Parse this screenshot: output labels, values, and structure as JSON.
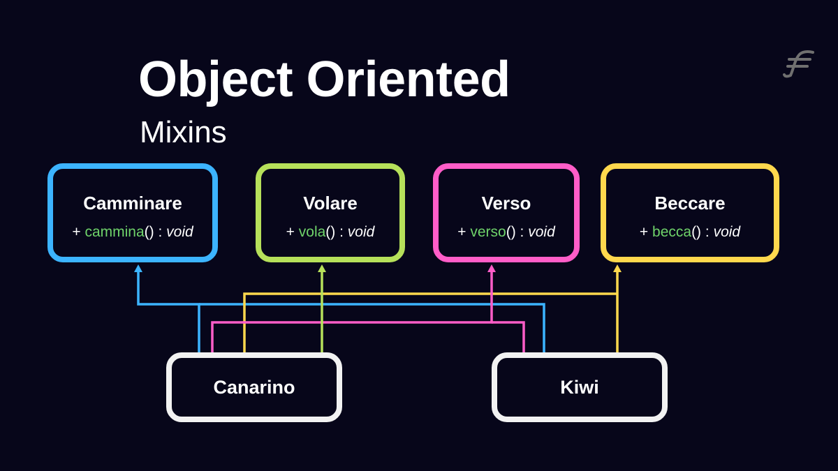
{
  "slide": {
    "title": "Object Oriented",
    "subtitle": "Mixins"
  },
  "logo": {
    "icon": "f-logo-icon",
    "color": "#707070"
  },
  "colors": {
    "background": "#07061a",
    "camminare": "#3cb4ff",
    "volare": "#b6e05a",
    "verso": "#ff5dc8",
    "beccare": "#ffd84d",
    "class_border": "#f2f2f2",
    "method_name": "#6fd36a"
  },
  "mixins": [
    {
      "name": "Camminare",
      "prefix": "+ ",
      "method": "cammina",
      "signature": "() : ",
      "return_type": "void",
      "color": "#3cb4ff"
    },
    {
      "name": "Volare",
      "prefix": "+ ",
      "method": "vola",
      "signature": "() : ",
      "return_type": "void",
      "color": "#b6e05a"
    },
    {
      "name": "Verso",
      "prefix": "+ ",
      "method": "verso",
      "signature": "() : ",
      "return_type": "void",
      "color": "#ff5dc8"
    },
    {
      "name": "Beccare",
      "prefix": "+ ",
      "method": "becca",
      "signature": "() : ",
      "return_type": "void",
      "color": "#ffd84d"
    }
  ],
  "classes": [
    {
      "name": "Canarino",
      "uses": [
        "Camminare",
        "Volare",
        "Verso",
        "Beccare"
      ]
    },
    {
      "name": "Kiwi",
      "uses": [
        "Camminare",
        "Verso",
        "Beccare"
      ]
    }
  ]
}
